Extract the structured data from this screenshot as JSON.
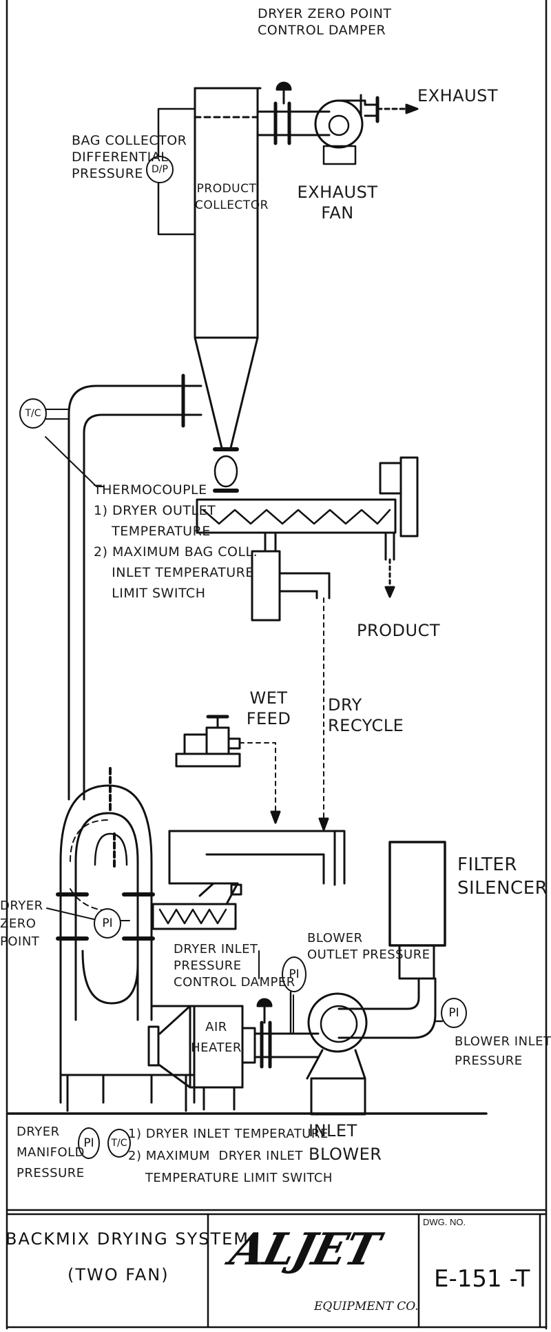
{
  "labels": {
    "dryer_zero_point_damper": "DRYER ZERO POINT\nCONTROL DAMPER",
    "exhaust": "EXHAUST",
    "bag_collector_dp": "BAG COLLECTOR\nDIFFERENTIAL\nPRESSURE",
    "product_collector": "PRODUCT\nCOLLECTOR",
    "exhaust_fan": "EXHAUST\nFAN",
    "thermocouple": "THERMOCOUPLE\n1) DRYER OUTLET\n    TEMPERATURE\n2) MAXIMUM BAG COLL.\n    INLET TEMPERATURE\n    LIMIT SWITCH",
    "product": "PRODUCT",
    "wet_feed": "WET\nFEED",
    "dry_recycle": "DRY\nRECYCLE",
    "filter_silencer": "FILTER\nSILENCER",
    "dryer_zero_point": "DRYER\nZERO\nPOINT",
    "dryer_inlet_pressure_damper": "DRYER INLET\nPRESSURE\nCONTROL DAMPER",
    "blower_outlet_pressure": "BLOWER\nOUTLET PRESSURE",
    "air_heater": "AIR\nHEATER",
    "blower_inlet_pressure": "BLOWER INLET\nPRESSURE",
    "dryer_manifold_pressure": "DRYER\nMANIFOLD\nPRESSURE",
    "dryer_inlet_temperature": "1) DRYER INLET TEMPERATURE\n2) MAXIMUM  DRYER INLET\n    TEMPERATURE LIMIT SWITCH",
    "inlet_blower": "INLET\nBLOWER"
  },
  "instruments": {
    "dp": "D/P",
    "tc": "T/C",
    "pi": "PI"
  },
  "title_block": {
    "title_line1": "BACKMIX  DRYING  SYSTEM",
    "title_line2": "(TWO FAN)",
    "logo": "ALJET",
    "company": "EQUIPMENT CO.",
    "dwg_no_label": "DWG. NO.",
    "dwg_no": "E-151 -T"
  }
}
